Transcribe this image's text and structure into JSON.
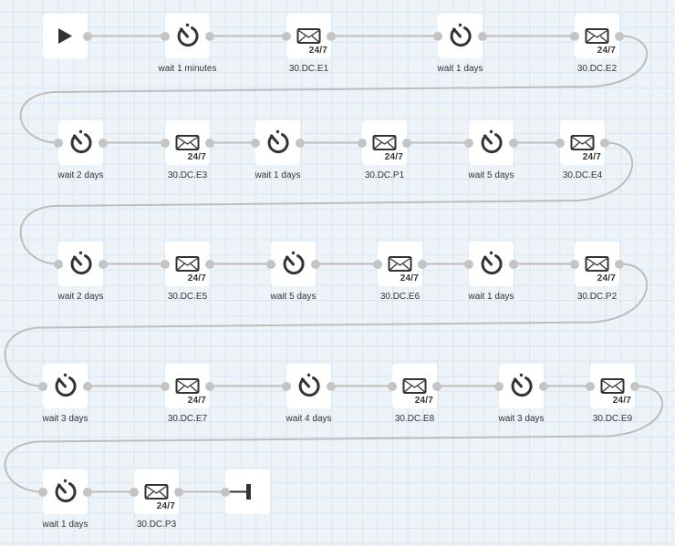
{
  "flow": {
    "colors": {
      "background": "#eef3f8",
      "grid": "#d5e7f6",
      "node": "#ffffff",
      "icon": "#333333",
      "port": "#c4c4c4",
      "wire": "#bdbdbd"
    },
    "nodes": [
      {
        "type": "start",
        "label": ""
      },
      {
        "type": "wait",
        "label": "wait 1 minutes"
      },
      {
        "type": "email",
        "label": "30.DC.E1",
        "badge": "24/7"
      },
      {
        "type": "wait",
        "label": "wait 1 days"
      },
      {
        "type": "email",
        "label": "30.DC.E2",
        "badge": "24/7"
      },
      {
        "type": "wait",
        "label": "wait 2 days"
      },
      {
        "type": "email",
        "label": "30.DC.E3",
        "badge": "24/7"
      },
      {
        "type": "wait",
        "label": "wait 1 days"
      },
      {
        "type": "email",
        "label": "30.DC.P1",
        "badge": "24/7"
      },
      {
        "type": "wait",
        "label": "wait 5 days"
      },
      {
        "type": "email",
        "label": "30.DC.E4",
        "badge": "24/7"
      },
      {
        "type": "wait",
        "label": "wait 2 days"
      },
      {
        "type": "email",
        "label": "30.DC.E5",
        "badge": "24/7"
      },
      {
        "type": "wait",
        "label": "wait 5 days"
      },
      {
        "type": "email",
        "label": "30.DC.E6",
        "badge": "24/7"
      },
      {
        "type": "wait",
        "label": "wait 1 days"
      },
      {
        "type": "email",
        "label": "30.DC.P2",
        "badge": "24/7"
      },
      {
        "type": "wait",
        "label": "wait 3 days"
      },
      {
        "type": "email",
        "label": "30.DC.E7",
        "badge": "24/7"
      },
      {
        "type": "wait",
        "label": "wait 4 days"
      },
      {
        "type": "email",
        "label": "30.DC.E8",
        "badge": "24/7"
      },
      {
        "type": "wait",
        "label": "wait 3 days"
      },
      {
        "type": "email",
        "label": "30.DC.E9",
        "badge": "24/7"
      },
      {
        "type": "wait",
        "label": "wait 1 days"
      },
      {
        "type": "email",
        "label": "30.DC.P3",
        "badge": "24/7"
      },
      {
        "type": "end",
        "label": ""
      }
    ]
  }
}
